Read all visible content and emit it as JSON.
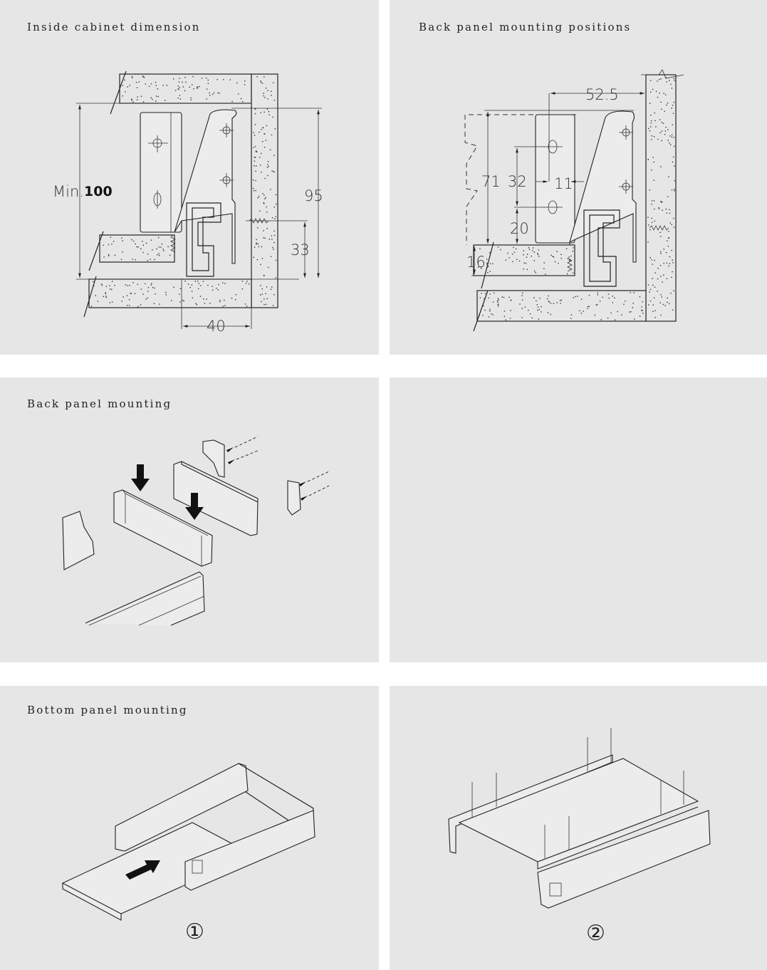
{
  "panels": [
    {
      "title": "Inside cabinet dimension",
      "dimensions": {
        "min_label": "Min.",
        "min_value": "100",
        "height": "95",
        "rail_height": "33",
        "width": "40"
      }
    },
    {
      "title": "Back panel mounting positions",
      "dimensions": {
        "depth": "52.5",
        "height": "71",
        "hole_spacing": "32",
        "hole_offset": "11",
        "bottom_hole": "20",
        "bottom_thickness": "16"
      }
    },
    {
      "title": "Back panel mounting"
    },
    {
      "title": ""
    },
    {
      "title": "Bottom panel mounting",
      "step": "①"
    },
    {
      "title": "",
      "step": "②"
    }
  ],
  "colors": {
    "panel_bg": "#e6e6e6",
    "line": "#222222",
    "gap": "#ffffff"
  }
}
